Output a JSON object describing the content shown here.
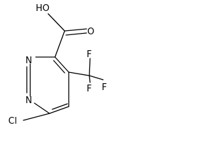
{
  "atoms": {
    "hydroxyl": "HO",
    "carbonyl_oxygen": "O",
    "nitrogen_top": "N",
    "nitrogen_bottom": "N",
    "fluorine_top": "F",
    "fluorine_right": "F",
    "fluorine_bottom": "F",
    "chlorine": "Cl"
  }
}
